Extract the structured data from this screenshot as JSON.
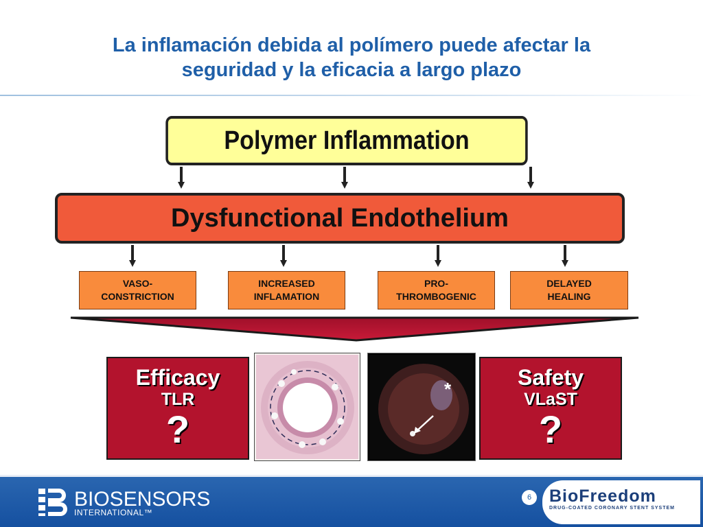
{
  "title": {
    "line1": "La inflamación debida al polímero puede afectar la",
    "line2": "seguridad y la eficacia a largo plazo"
  },
  "diagram": {
    "top_box": "Polymer Inflammation",
    "middle_box": "Dysfunctional Endothelium",
    "effects": [
      {
        "line1": "VASO-",
        "line2": "CONSTRICTION"
      },
      {
        "line1": "INCREASED",
        "line2": "INFLAMATION"
      },
      {
        "line1": "PRO-",
        "line2": "THROMBOGENIC"
      },
      {
        "line1": "DELAYED",
        "line2": "HEALING"
      }
    ],
    "efficacy": {
      "title": "Efficacy",
      "subtitle": "TLR",
      "mark": "?"
    },
    "safety": {
      "title": "Safety",
      "subtitle": "VLaST",
      "mark": "?"
    },
    "oct_star": "*"
  },
  "footer": {
    "brand_left": "BIOSENSORS",
    "brand_left_sub": "INTERNATIONAL™",
    "page_number": "6",
    "brand_right": "BioFreedom",
    "brand_right_sub": "DRUG-COATED CORONARY STENT SYSTEM"
  },
  "colors": {
    "title": "#1f5fa8",
    "top_box": "#ffff99",
    "middle_box": "#f05a3a",
    "effect_box": "#f98b3c",
    "outcome_box": "#b3132d",
    "footer": "#1f5fa8"
  }
}
